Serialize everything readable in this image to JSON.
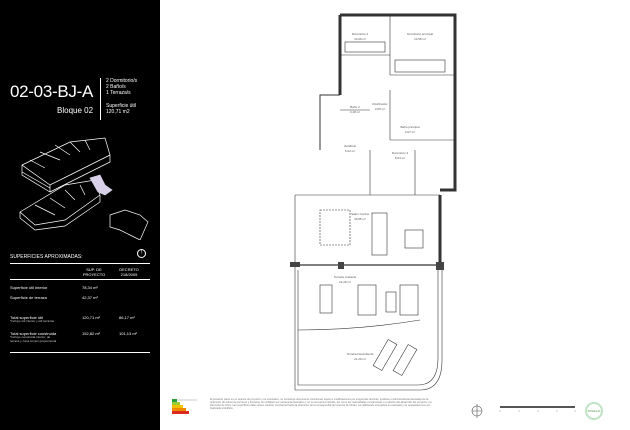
{
  "unit": {
    "code": "02-03-BJ-A",
    "block": "Bloque 02",
    "features": [
      "2 Dormitorio/s",
      "2 Baño/s",
      "1 Terraza/s"
    ],
    "useful_area_label": "Superficie útil",
    "useful_area_value": "120,71 m2"
  },
  "surfaces": {
    "title": "SUPERFICIES APROXIMADAS:",
    "col_project": [
      "SUP. DE",
      "PROYECTO"
    ],
    "col_decree": [
      "DECRETO",
      "218/2005"
    ],
    "rows": [
      {
        "label": "Superficie útil interior",
        "project": "78,34 m²",
        "decree": ""
      },
      {
        "label": "Superficie de terraza",
        "project": "42,37 m²",
        "decree": ""
      },
      {
        "label": "Total superficie útil",
        "note": "*Incluye útil interior y útil terrazas",
        "project": "120,71 m²",
        "decree": "86,17 m²"
      },
      {
        "label": "Total superficie construida",
        "note": "*Incluye construida interior, de terraza y zona común proporcional",
        "project": "152,82 m²",
        "decree": "101,13 m²"
      }
    ]
  },
  "rooms": [
    {
      "name": "Dormitorio 2",
      "area": "10,09 m²"
    },
    {
      "name": "Dormitorio principal",
      "area": "13,58 m²"
    },
    {
      "name": "Baño 2",
      "area": "3,18 m²"
    },
    {
      "name": "Distribuidor",
      "area": "3,65 m²"
    },
    {
      "name": "Baño principal",
      "area": "4,07 m²"
    },
    {
      "name": "Vestíbulo",
      "area": "5,22 m²"
    },
    {
      "name": "Dormitorio 3",
      "area": "8,64 m²"
    },
    {
      "name": "Salón Cocina",
      "area": "33,85 m²"
    },
    {
      "name": "Terraza Cubierta",
      "area": "21,20 m²"
    },
    {
      "name": "Terraza Descubierta",
      "area": "21,20 m²"
    }
  ],
  "legal_text": "El presente plano es un avance de proyecto y es orientativo, no constituye documento contractual, sujeto a modificaciones por exigencias técnicas, jurídicas o administrativas derivadas de la obtención de todos los permisos y licencias. El mobiliario es meramente ilustrativo y no se encuentra incluido, así como las necesidades constructivas o el diseño del desarrollo del proyecto y la Dirección de Obra. Las superficies útiles tienen carácter provisional hasta la obtención de la correspondiente Licencia de Obras. La calificación energética es estimada y se actualizará una vez finalizado el Edificio.",
  "eco_badge": "BREEAM",
  "colors": {
    "sidebar": "#000000",
    "highlight": "#d8d0e8",
    "eco": "#7bbf85"
  }
}
